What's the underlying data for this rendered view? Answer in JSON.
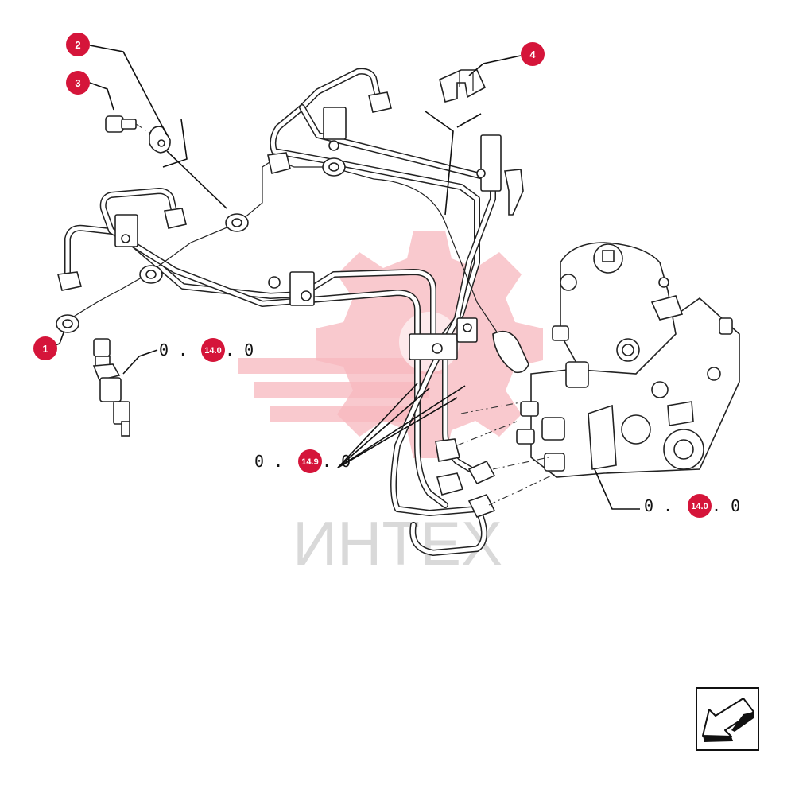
{
  "watermark": {
    "text": "ИНТЕХ"
  },
  "callouts": [
    {
      "id": "1",
      "label": "1"
    },
    {
      "id": "2",
      "label": "2"
    },
    {
      "id": "3",
      "label": "3"
    },
    {
      "id": "4",
      "label": "4"
    }
  ],
  "references": [
    {
      "id": "injector-ref",
      "prefix": "0 . ",
      "badge": "14.0",
      "suffix": " . 0"
    },
    {
      "id": "pipes-ref",
      "prefix": "0 . ",
      "badge": "14.9",
      "suffix": " . 0"
    },
    {
      "id": "pump-ref",
      "prefix": "0 . ",
      "badge": "14.0",
      "suffix": " . 0"
    }
  ],
  "navigation": {
    "icon": "arrow-down-left-icon"
  },
  "colors": {
    "badge": "#d5153a",
    "watermark_gear": "#f7b7bd",
    "watermark_text": "#d9d9d9",
    "line": "#222222"
  }
}
